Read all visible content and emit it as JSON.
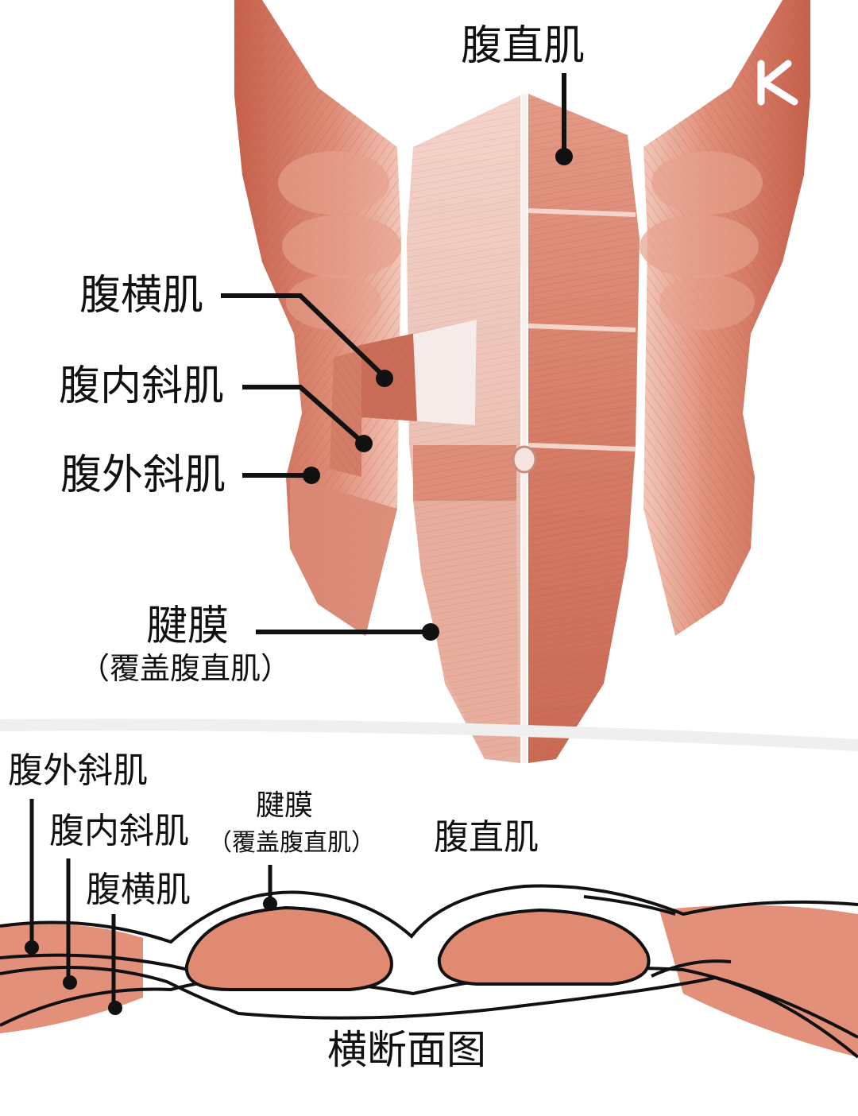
{
  "logo": {
    "text": "K",
    "icon": "brand-k-logo"
  },
  "upper": {
    "rectus_abdominis": "腹直肌",
    "transversus_abdominis": "腹横肌",
    "internal_oblique": "腹内斜肌",
    "external_oblique": "腹外斜肌",
    "aponeurosis": "腱膜",
    "aponeurosis_note": "（覆盖腹直肌）"
  },
  "cross_section": {
    "external_oblique": "腹外斜肌",
    "internal_oblique": "腹内斜肌",
    "transversus_abdominis": "腹横肌",
    "aponeurosis": "腱膜",
    "aponeurosis_note": "（覆盖腹直肌）",
    "rectus_abdominis": "腹直肌",
    "caption": "横断面图"
  },
  "colors": {
    "muscle": "#d9816b",
    "muscle_dark": "#b8543f",
    "muscle_light": "#eeb4a2",
    "fascia": "#f4e6e4",
    "section_fill": "#e08a72",
    "line": "#111111"
  }
}
